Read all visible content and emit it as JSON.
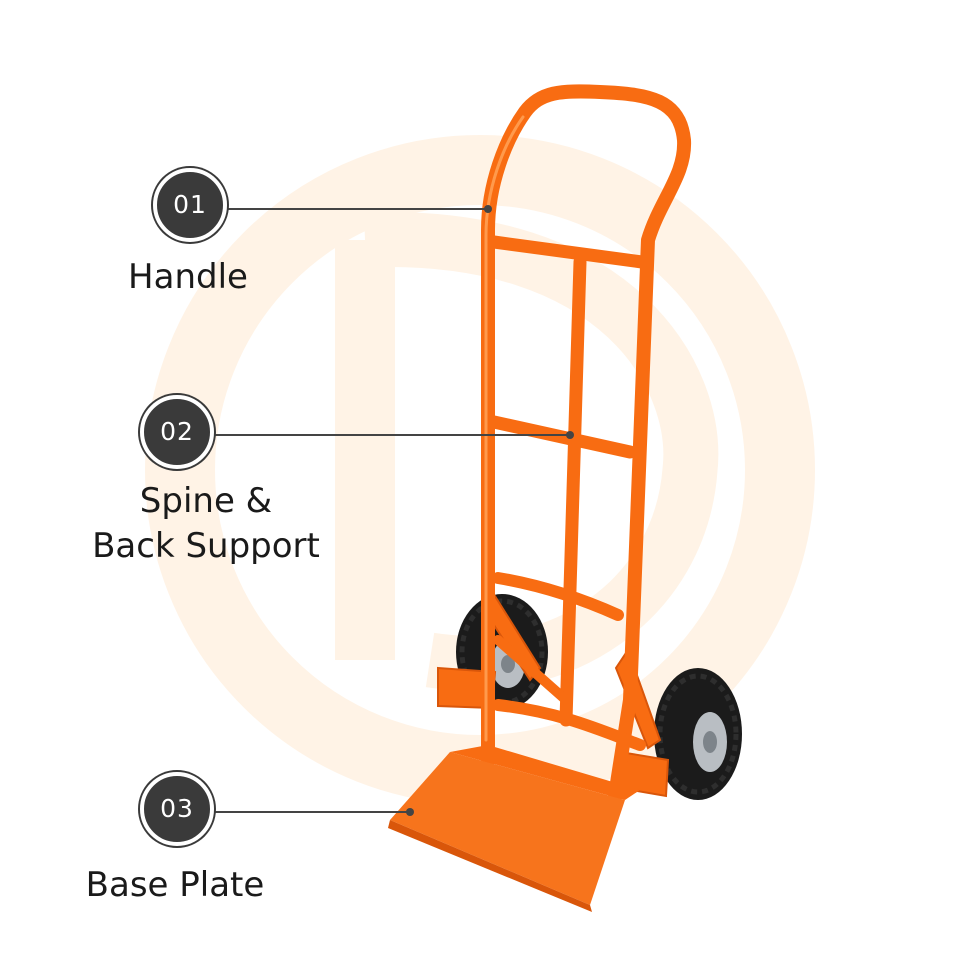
{
  "colors": {
    "frame": "#f86c12",
    "frame_shade": "#d9560a",
    "plate": "#f7741c",
    "tyre": "#1b1b1b",
    "rim": "#b9bec3",
    "watermark": "#fff3e6",
    "badge": "#3a3a3a",
    "leader_line": "#444444",
    "text": "#1a1a1a"
  },
  "callouts": [
    {
      "number": "01",
      "label": "Handle",
      "icon": "number-badge"
    },
    {
      "number": "02",
      "label_line1": "Spine &",
      "label_line2": "Back Support",
      "icon": "number-badge"
    },
    {
      "number": "03",
      "label": "Base Plate",
      "icon": "number-badge"
    }
  ],
  "watermark": {
    "icon": "logo-watermark-icon"
  }
}
